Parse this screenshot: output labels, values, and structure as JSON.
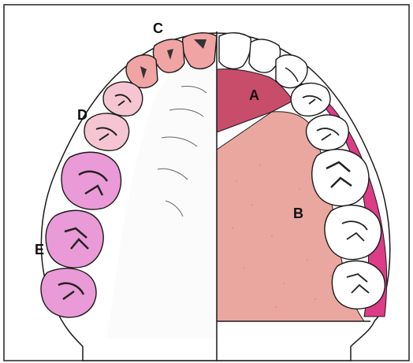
{
  "labels": {
    "a": "A",
    "b": "B",
    "c": "C",
    "d": "D",
    "e": "E"
  },
  "colors": {
    "outline": "#1a1a1a",
    "background": "#ffffff",
    "palate_left": "#fbfbfb",
    "palate_right": "#e9a7a0",
    "region_a": "#c84d6a",
    "gingiva_strip": "#dc3d86",
    "tooth_c": "#f0a4a4",
    "tooth_d": "#f5c6d2",
    "molar_e": "#e99ad7",
    "tooth_white": "#ffffff"
  }
}
